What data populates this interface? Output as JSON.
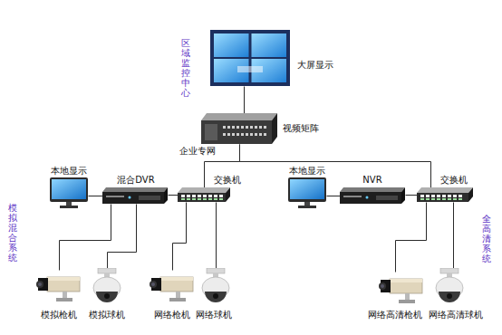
{
  "diagram": {
    "nodes": [
      {
        "text": [
          "大屏显示"
        ]
      },
      {
        "text": [
          "视频矩阵"
        ]
      },
      {
        "text": [
          "本地显示"
        ]
      },
      {
        "text": [
          "混合DVR"
        ]
      },
      {
        "text": [
          "交换机"
        ]
      },
      {
        "text": [
          "本地显示"
        ]
      },
      {
        "text": [
          "NVR"
        ]
      },
      {
        "text": [
          "交换机"
        ]
      },
      {
        "text": [
          "模拟枪机"
        ]
      },
      {
        "text": [
          "模拟球机"
        ]
      },
      {
        "text": [
          "网络枪机"
        ]
      },
      {
        "text": [
          "网络球机"
        ]
      },
      {
        "text": [
          "网络高清枪机"
        ]
      },
      {
        "text": [
          "网络高清球机"
        ]
      }
    ],
    "edges": [
      {
        "from": 0,
        "to": 1,
        "arrow": "none"
      },
      {
        "from": 1,
        "to": 4,
        "arrow": "none"
      },
      {
        "from": 1,
        "to": 7,
        "arrow": "none"
      },
      {
        "from": 2,
        "to": 3,
        "arrow": "none"
      },
      {
        "from": 3,
        "to": 4,
        "arrow": "none"
      },
      {
        "from": 5,
        "to": 6,
        "arrow": "none"
      },
      {
        "from": 6,
        "to": 7,
        "arrow": "none"
      },
      {
        "from": 3,
        "to": 8,
        "arrow": "none"
      },
      {
        "from": 3,
        "to": 9,
        "arrow": "none"
      },
      {
        "from": 4,
        "to": 10,
        "arrow": "none"
      },
      {
        "from": 4,
        "to": 11,
        "arrow": "none"
      },
      {
        "from": 7,
        "to": 12,
        "arrow": "none"
      },
      {
        "from": 7,
        "to": 13,
        "arrow": "none"
      }
    ],
    "labels": [
      "区域监控中心",
      "企业专网",
      "模拟混合系统",
      "全高清系统"
    ]
  }
}
